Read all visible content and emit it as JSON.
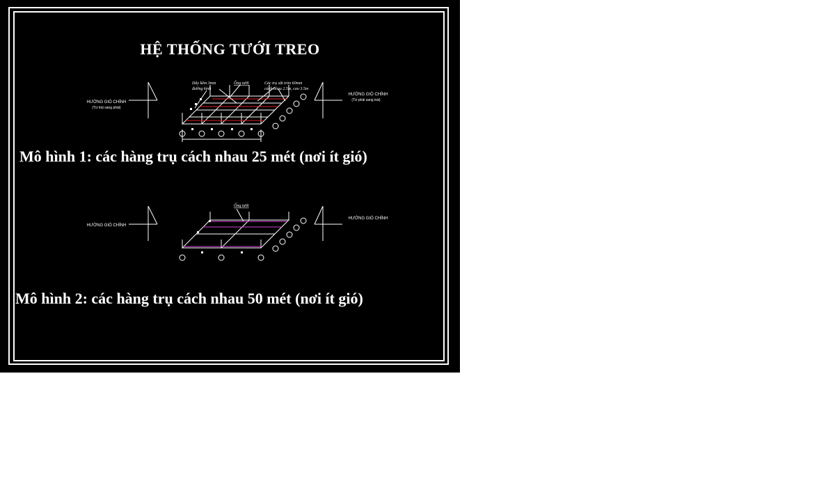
{
  "title": "HỆ THỐNG TƯỚI TREO",
  "model1": {
    "caption": "Mô hình 1: các hàng trụ cách nhau 25 mét (nơi ít gió)",
    "wind_left": "HƯỚNG GIÓ CHÍNH",
    "wind_left_sub": "(Từ trái sang phải)",
    "wind_right": "HƯỚNG GIÓ CHÍNH",
    "wind_right_sub": "(Từ phải sang trái)",
    "note_wire_1": "Dây kẽm 3mm",
    "note_wire_2": "đường kính",
    "note_pipe": "Ống tưới",
    "note_posts_1": "Các trụ sắt tròn 60mm",
    "note_posts_2": "cách nhau 2.5m, cao 3.5m"
  },
  "model2": {
    "caption": "Mô hình 2: các hàng trụ cách nhau 50 mét (nơi ít gió)",
    "wind_left": "HƯỚNG GIÓ CHÍNH",
    "wind_right": "HƯỚNG GIÓ CHÍNH",
    "note_pipe": "Ống tưới"
  },
  "colors": {
    "background": "#000000",
    "line": "#ffffff",
    "pipe_red": "#e02020",
    "pipe_magenta": "#d040d0"
  }
}
